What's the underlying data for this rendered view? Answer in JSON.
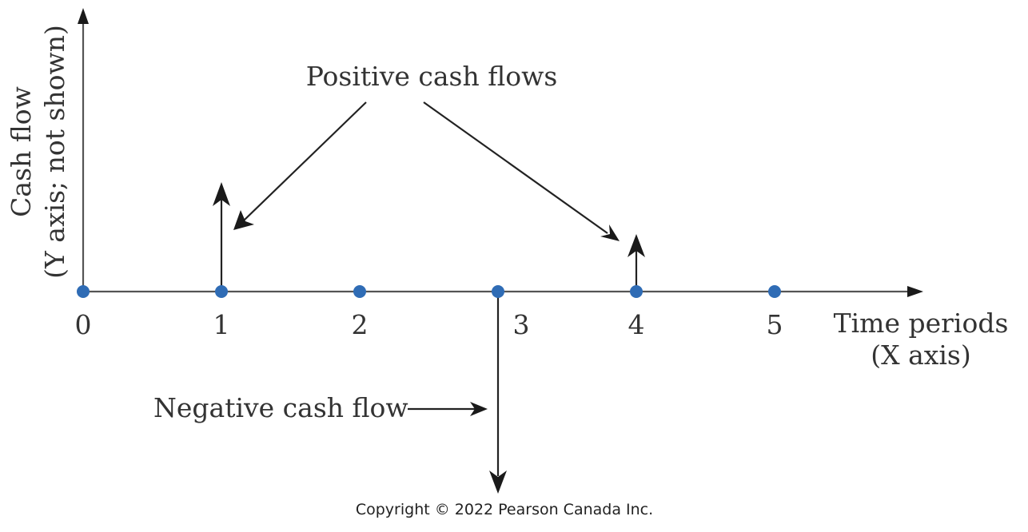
{
  "y_axis_label_line1": "Cash flow",
  "y_axis_label_line2": "(Y axis; not shown)",
  "x_axis_label_line1": "Time periods",
  "x_axis_label_line2": "(X axis)",
  "time_periods": [
    "0",
    "1",
    "2",
    "3",
    "4",
    "5"
  ],
  "positive_label": "Positive cash flows",
  "negative_label": "Negative cash flow",
  "copyright": "Copyright © 2022 Pearson Canada Inc.",
  "cash_flows": [
    {
      "period": 1,
      "direction": "positive"
    },
    {
      "period": 3,
      "direction": "negative"
    },
    {
      "period": 4,
      "direction": "positive"
    }
  ],
  "colors": {
    "dot": "#2f6cb5",
    "axis": "#555555",
    "arrow": "#1a1a1a",
    "text": "#333333"
  }
}
